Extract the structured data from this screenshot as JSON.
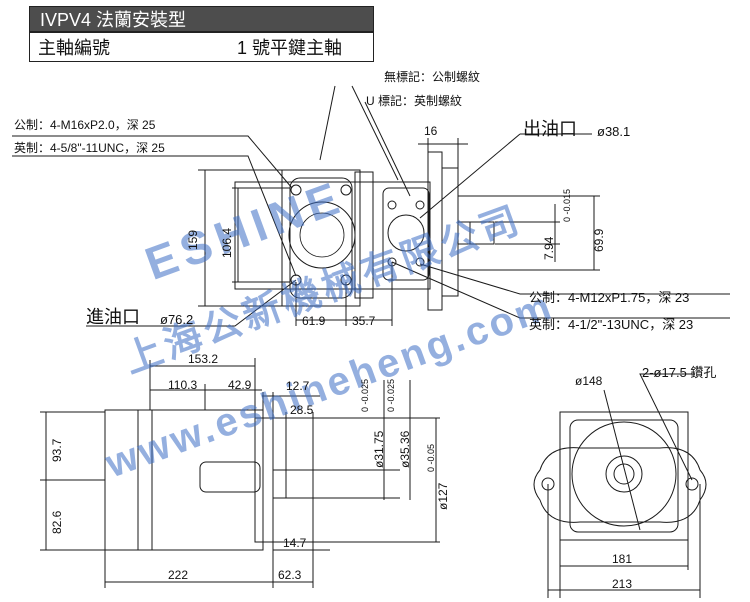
{
  "header": {
    "title": "IVPV4 法蘭安裝型",
    "shaft_label": "主軸編號",
    "shaft_value": "1 號平鍵主軸"
  },
  "notes": {
    "no_mark": "無標記：公制螺紋",
    "u_mark": "U 標記：英制螺紋",
    "metric_top": "公制：4-M16xP2.0，深 25",
    "imperial_top": "英制：4-5/8\"-11UNC，深 25",
    "metric_right": "公制：4-M12xP1.75，深 23",
    "imperial_right": "英制：4-1/2\"-13UNC，深 23"
  },
  "ports": {
    "outlet_label": "出油口",
    "outlet_size": "ø38.1",
    "inlet_label": "進油口",
    "inlet_size": "ø76.2"
  },
  "dims": {
    "d16": "16",
    "d159": "159",
    "d106_4": "106.4",
    "d0_015": "0\n-0.015",
    "d7_94": "7.94",
    "d69_9": "69.9",
    "d61_9": "61.9",
    "d35_7": "35.7",
    "d153_2": "153.2",
    "d110_3": "110.3",
    "d42_9": "42.9",
    "d12_7": "12.7",
    "d28_5": "28.5",
    "d31_75": "ø31.75",
    "tol_31_75": "0 -0.025",
    "d35_36": "ø35.36",
    "tol_35_36": "0 -0.025",
    "d127": "ø127",
    "tol_127": "0 -0.05",
    "d93_7": "93.7",
    "d82_6": "82.6",
    "d14_7": "14.7",
    "d222": "222",
    "d62_3": "62.3",
    "d148": "ø148",
    "d17_5": "2-ø17.5 鑽孔",
    "d181": "181",
    "d213": "213"
  },
  "watermark": {
    "brand": "ESHINE",
    "company": "上海公新機械有限公司",
    "url": "www.eshineheng.com"
  },
  "colors": {
    "line": "#1a1a1a",
    "header_bg": "#4d4d4d",
    "watermark": "#3e6fc6"
  }
}
